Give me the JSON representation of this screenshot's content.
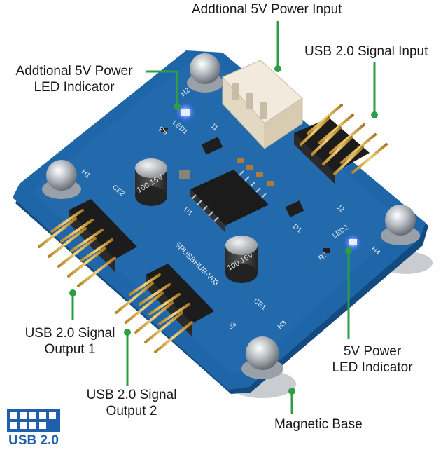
{
  "callouts": {
    "additional_power_input": "Addtional 5V Power Input",
    "usb_signal_input": "USB 2.0 Signal Input",
    "additional_power_led_line1": "Addtional  5V Power",
    "additional_power_led_line2": "LED  Indicator",
    "usb_output1_line1": "USB 2.0 Signal",
    "usb_output1_line2": "Output  1",
    "usb_output2_line1": "USB 2.0 Signal",
    "usb_output2_line2": "Output  2",
    "power_led_line1": "5V Power",
    "power_led_line2": "LED  Indicator",
    "magnetic_base": "Magnetic Base"
  },
  "badge": {
    "label": "USB 2.0"
  },
  "board": {
    "silkscreen": {
      "model": "5PUSBHUB-V03",
      "h1": "H1",
      "h2": "H2",
      "h3": "H3",
      "h4": "H4",
      "led1": "LED1",
      "led2": "LED2",
      "r6": "R6",
      "r7": "R7",
      "j1": "J1",
      "j2": "J2",
      "j3": "J3",
      "u1": "U1",
      "d1": "D1",
      "ce1": "CE1",
      "ce2": "CE2",
      "cap_value": "100 16V"
    }
  },
  "colors": {
    "pcb": "#1f66a8",
    "pcb_dark": "#134b80",
    "callout_line": "#2e9e44",
    "led": "#4a7dff",
    "badge": "#1f5fae"
  }
}
